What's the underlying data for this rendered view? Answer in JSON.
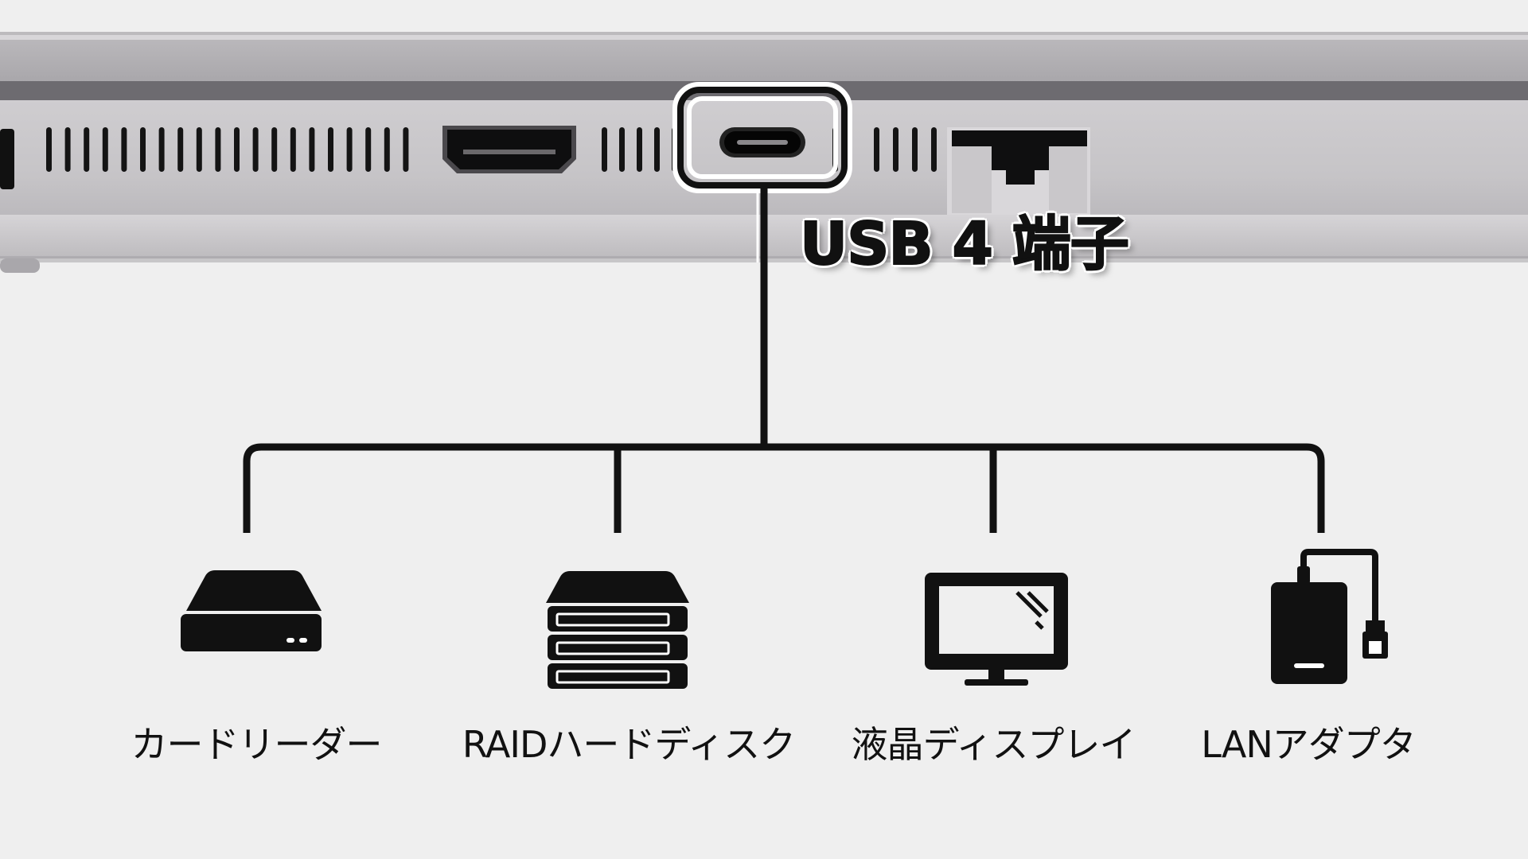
{
  "callout": {
    "label": "USB 4 端子"
  },
  "devices": [
    {
      "label": "カードリーダー",
      "icon": "card-reader-icon"
    },
    {
      "label": "RAIDハードディスク",
      "icon": "raid-hard-disk-icon"
    },
    {
      "label": "液晶ディスプレイ",
      "icon": "monitor-icon"
    },
    {
      "label": "LANアダプタ",
      "icon": "lan-adapter-icon"
    }
  ],
  "ports": [
    "hdmi-port",
    "usb-c-port",
    "lan-port"
  ],
  "colors": {
    "background": "#efefef",
    "line": "#111111",
    "chassis": "#c3c1c4"
  }
}
